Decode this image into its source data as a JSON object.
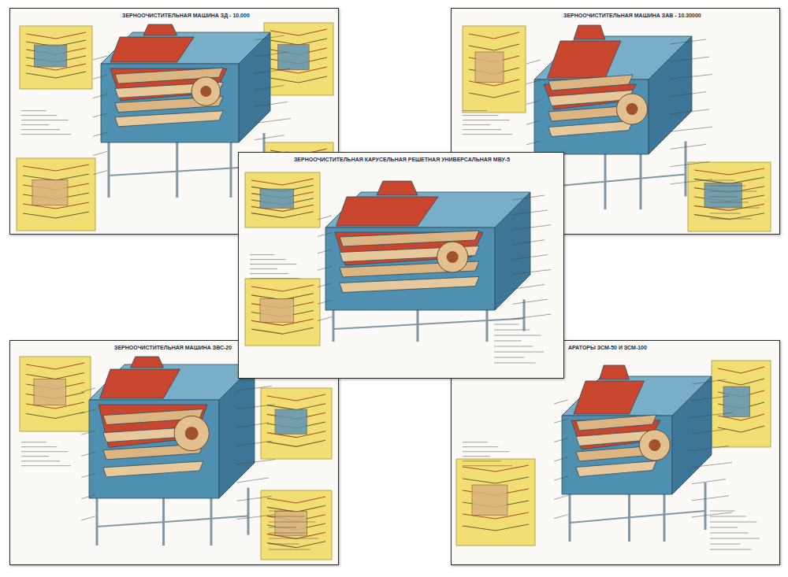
{
  "diagram": {
    "nodes": [
      {
        "text": [
          "ЗЕРНООЧИСТИТЕЛЬНАЯ МАШИНА ЗД - 10.000"
        ]
      },
      {
        "text": [
          "ЗЕРНООЧИСТИТЕЛЬНАЯ МАШИНА ЗАВ - 10.30000"
        ]
      },
      {
        "text": [
          "ЗЕРНООЧИСТИТЕЛЬНАЯ КАРУСЕЛЬНАЯ РЕШЕТНАЯ УНИВЕРСАЛЬНАЯ МВУ-5"
        ]
      },
      {
        "text": [
          "ЗЕРНООЧИСТИТЕЛЬНАЯ МАШИНА ЗВС-20"
        ]
      },
      {
        "text": [
          "АРАТОРЫ ЗСМ-50 И ЗСМ-100"
        ]
      }
    ]
  }
}
